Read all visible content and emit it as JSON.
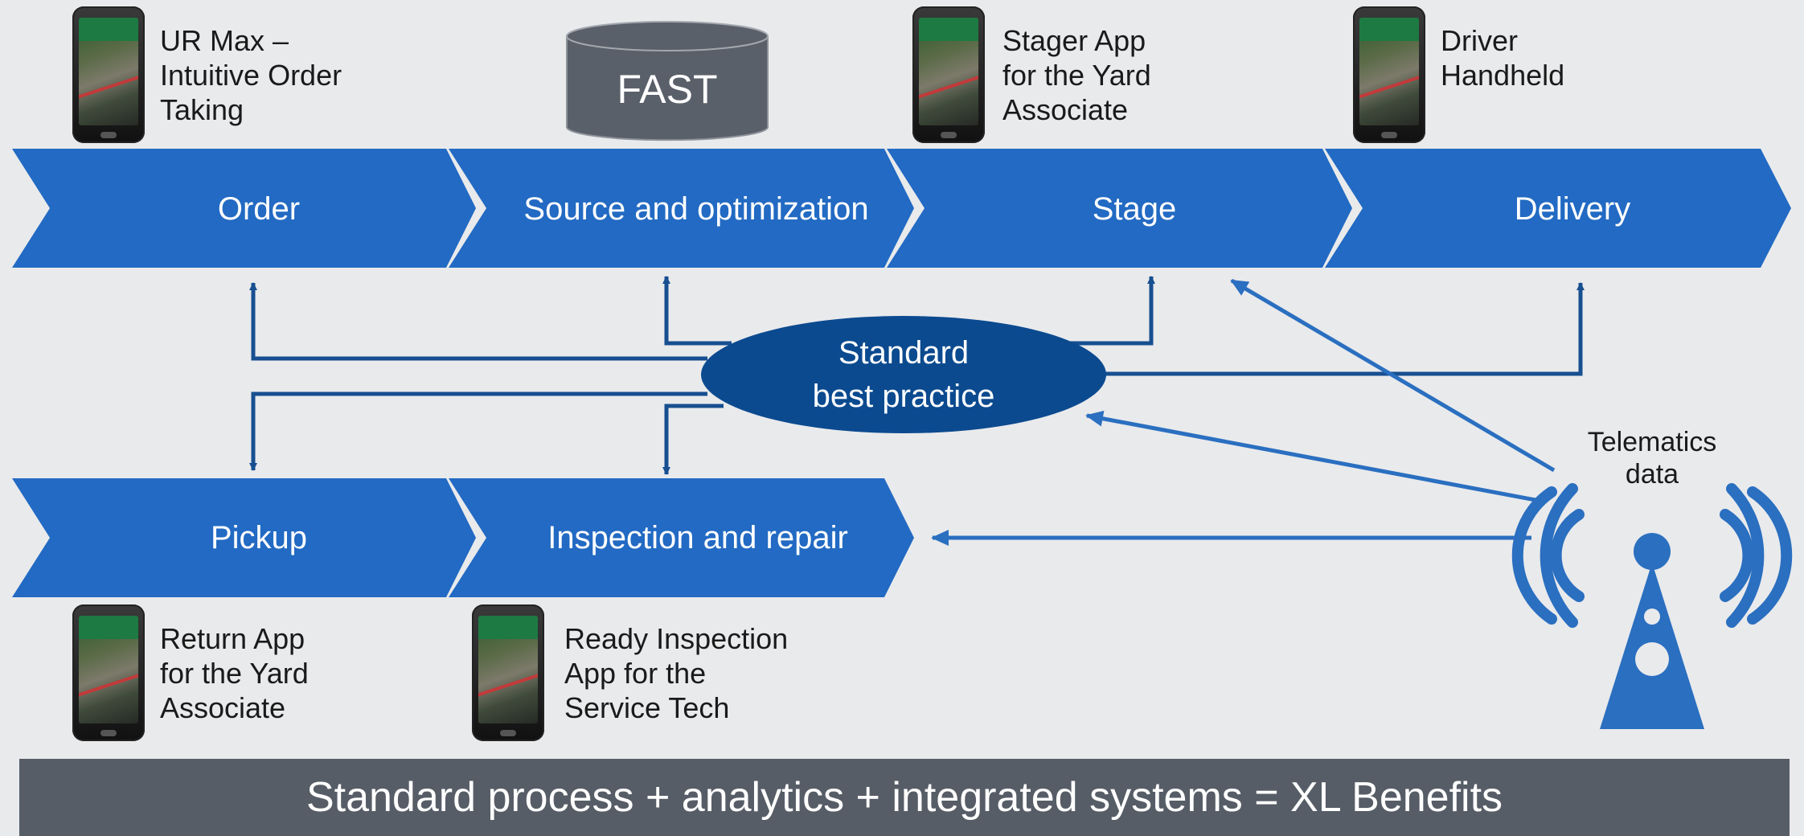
{
  "process_stages": {
    "order": "Order",
    "source": "Source and optimization",
    "stage": "Stage",
    "delivery": "Delivery",
    "pickup": "Pickup",
    "inspection": "Inspection and repair"
  },
  "database_label": "FAST",
  "hub": {
    "line1": "Standard",
    "line2": "best practice"
  },
  "telematics": {
    "line1": "Telematics",
    "line2": "data"
  },
  "annotations": {
    "order": [
      "UR Max –",
      "Intuitive Order",
      "Taking"
    ],
    "stage": [
      "Stager App",
      "for the Yard",
      "Associate"
    ],
    "delivery": [
      "Driver",
      "Handheld"
    ],
    "pickup": [
      "Return App",
      "for the Yard",
      "Associate"
    ],
    "inspection": [
      "Ready Inspection",
      "App for the",
      "Service Tech"
    ]
  },
  "banner_text": "Standard process + analytics + integrated systems = XL Benefits",
  "colors": {
    "chevron": "#226ac3",
    "hub": "#0b4a8f",
    "connector": "#174f90",
    "telematics_arrow": "#2a6fc0",
    "database": "#5a6069",
    "banner": "#565d66",
    "background": "#e9eaec"
  },
  "icons": [
    "smartphone-icon",
    "database-icon",
    "antenna-tower-icon"
  ]
}
